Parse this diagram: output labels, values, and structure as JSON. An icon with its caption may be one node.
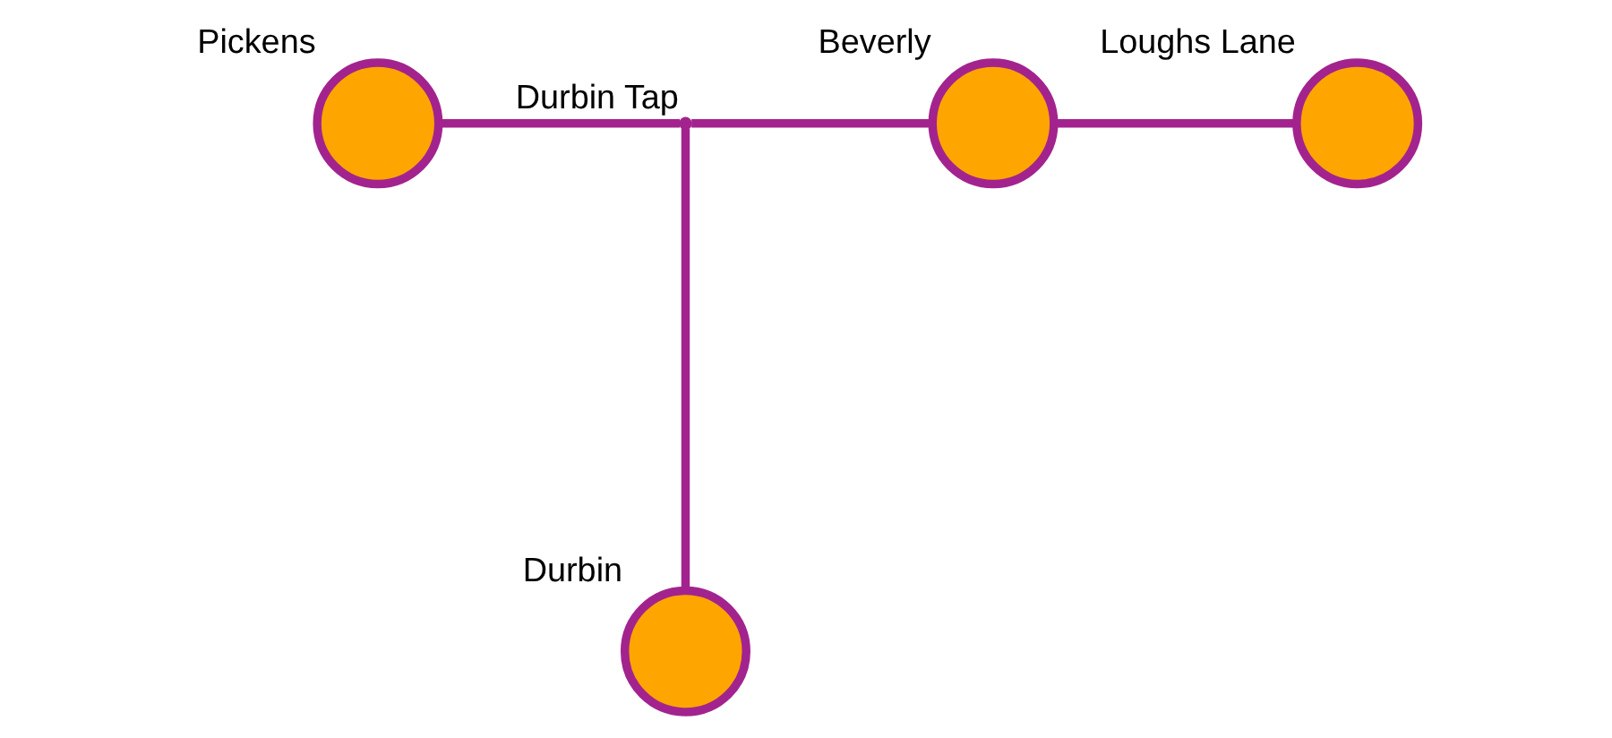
{
  "diagram": {
    "nodes": [
      {
        "text": [
          "Pickens"
        ]
      },
      {
        "text": [
          "Durbin Tap"
        ]
      },
      {
        "text": [
          "Beverly"
        ]
      },
      {
        "text": [
          "Loughs Lane"
        ]
      },
      {
        "text": [
          "Durbin"
        ]
      }
    ],
    "edges": [
      {
        "from": 0,
        "to": 1,
        "arrow": "none"
      },
      {
        "from": 1,
        "to": 2,
        "arrow": "none"
      },
      {
        "from": 2,
        "to": 3,
        "arrow": "none"
      },
      {
        "from": 1,
        "to": 4,
        "arrow": "none"
      }
    ]
  }
}
